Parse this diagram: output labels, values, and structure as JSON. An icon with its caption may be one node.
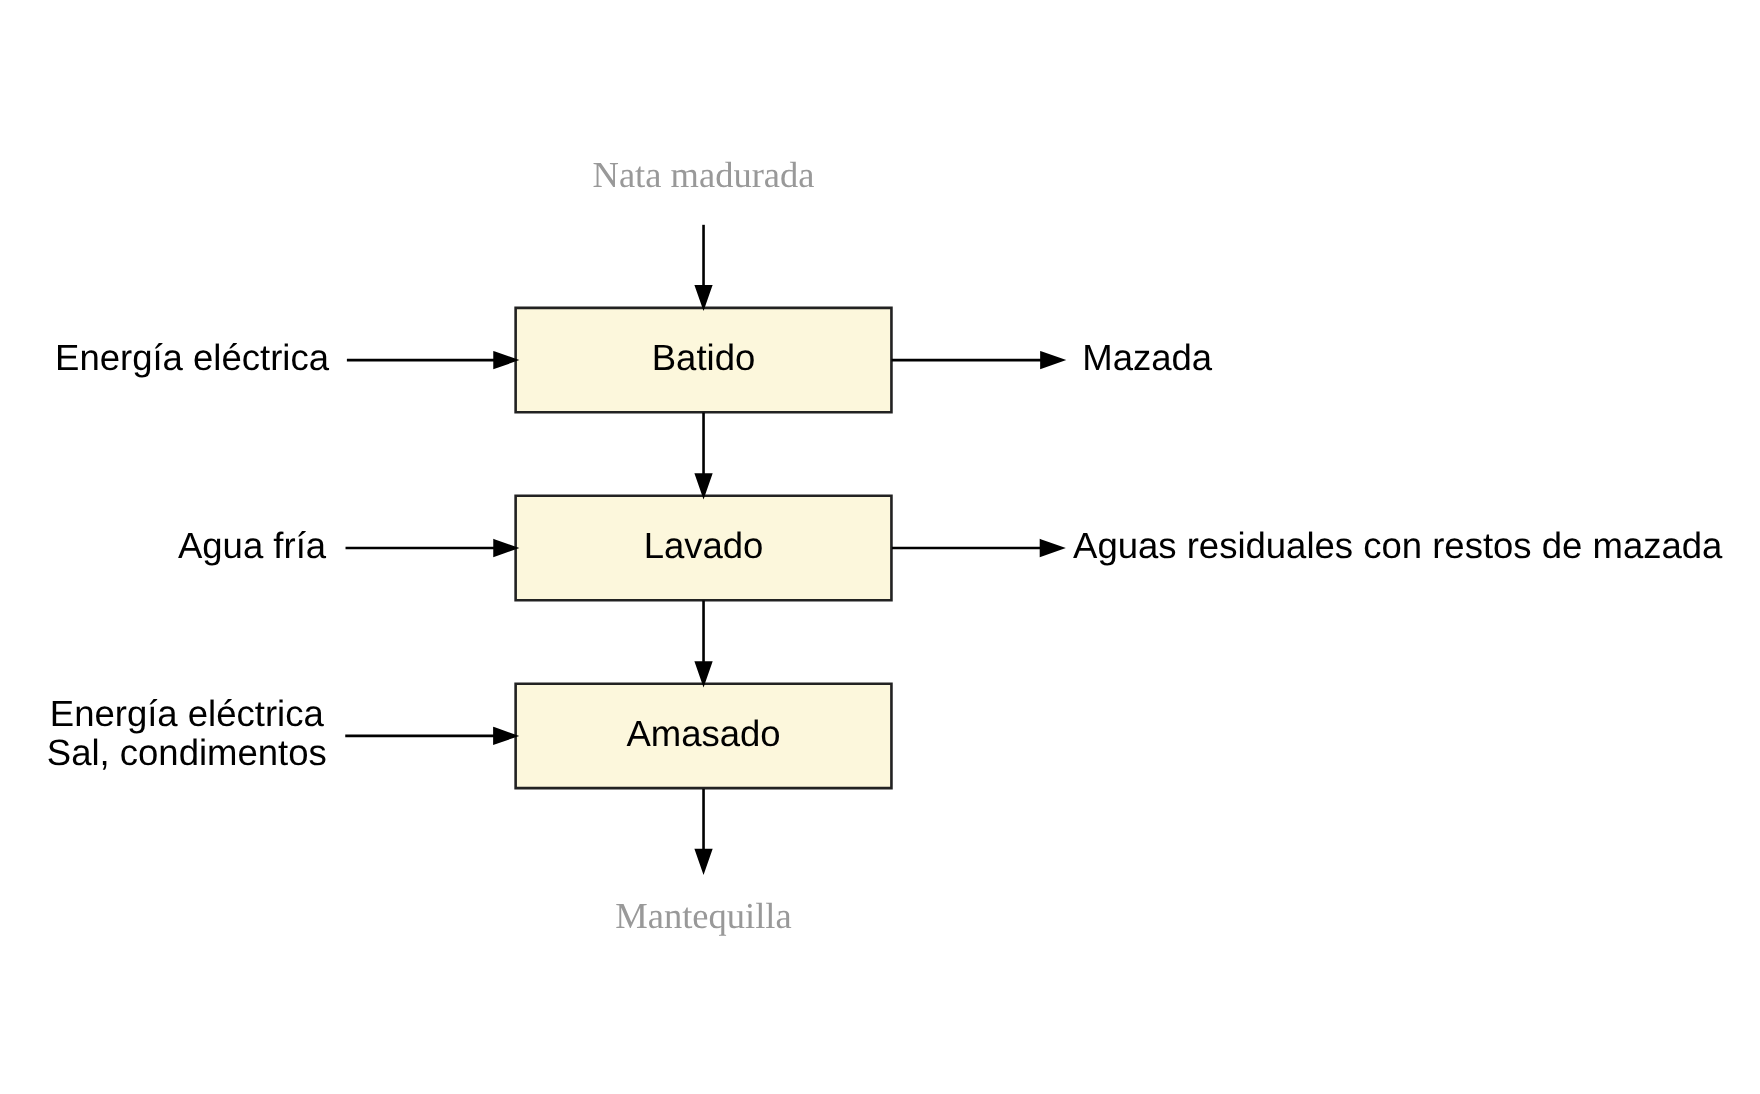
{
  "diagram": {
    "nodes": [
      {
        "text": [
          "Nata madurada"
        ]
      },
      {
        "text": [
          "Batido"
        ]
      },
      {
        "text": [
          "Energía eléctrica"
        ]
      },
      {
        "text": [
          "Mazada"
        ]
      },
      {
        "text": [
          "Lavado"
        ]
      },
      {
        "text": [
          "Agua fría"
        ]
      },
      {
        "text": [
          "Aguas residuales con restos de mazada"
        ]
      },
      {
        "text": [
          "Amasado"
        ]
      },
      {
        "text": [
          "Energía eléctrica",
          "Sal, condimentos"
        ]
      },
      {
        "text": [
          "Mantequilla"
        ]
      }
    ],
    "edges": [
      {
        "from": 0,
        "to": 1,
        "arrow": "to"
      },
      {
        "from": 2,
        "to": 1,
        "arrow": "to"
      },
      {
        "from": 1,
        "to": 3,
        "arrow": "to"
      },
      {
        "from": 1,
        "to": 4,
        "arrow": "to"
      },
      {
        "from": 5,
        "to": 4,
        "arrow": "to"
      },
      {
        "from": 4,
        "to": 6,
        "arrow": "to"
      },
      {
        "from": 4,
        "to": 7,
        "arrow": "to"
      },
      {
        "from": 8,
        "to": 7,
        "arrow": "to"
      },
      {
        "from": 7,
        "to": 9,
        "arrow": "to"
      }
    ]
  }
}
